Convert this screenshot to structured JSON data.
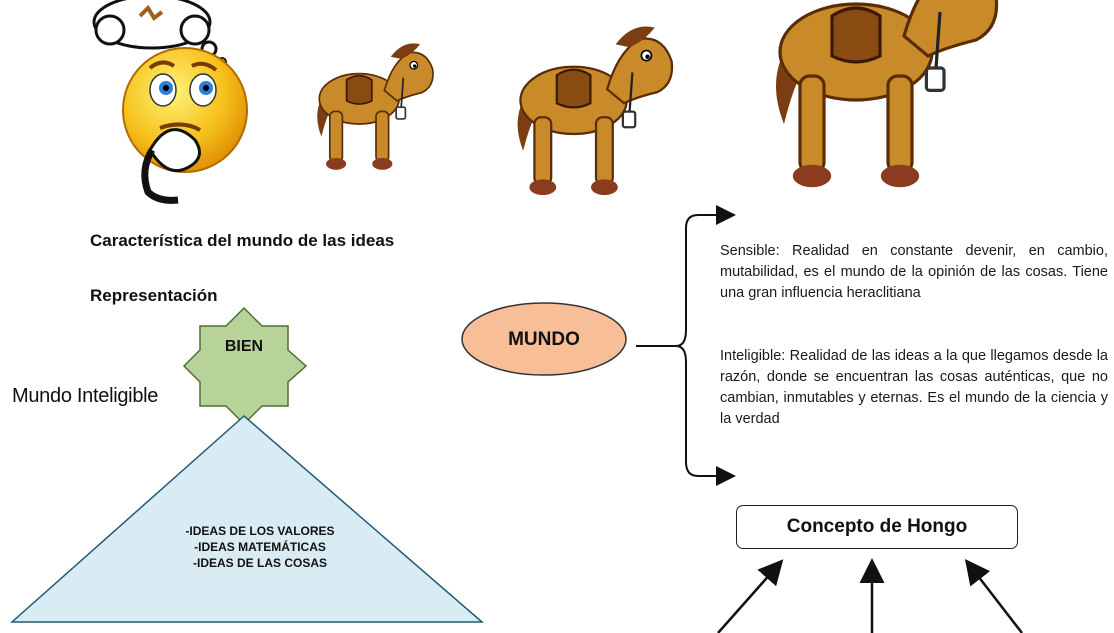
{
  "headings": {
    "caracteristica": "Característica del mundo de las ideas",
    "representacion": "Representación"
  },
  "diagram": {
    "bien_label": "BIEN",
    "mundo_inteligible_label": "Mundo Inteligible",
    "triangle_lines": [
      "-IDEAS DE LOS VALORES",
      "-IDEAS MATEMÁTICAS",
      "-IDEAS DE LAS COSAS"
    ],
    "mundo_label": "MUNDO",
    "sensible_text": "Sensible: Realidad en constante devenir, en cambio, mutabilidad, es el mundo de la opinión de las cosas. Tiene una gran influencia heraclitiana",
    "inteligible_text": "Inteligible: Realidad de las ideas a la que llegamos desde la razón, donde se encuentran las cosas auténticas, que no cambian, inmutables y eternas. Es el mundo de la ciencia y la verdad",
    "concepto_label": "Concepto de Hongo"
  },
  "colors": {
    "star_fill": "#b7d39a",
    "triangle_fill": "#d9ecf3",
    "mundo_fill": "#f7be97",
    "smiley": "#f5c11c",
    "horse_body": "#c98a2a",
    "horse_mane": "#7a3e12"
  },
  "images": [
    "thinking-smiley",
    "horse-small",
    "horse-medium",
    "horse-large"
  ]
}
